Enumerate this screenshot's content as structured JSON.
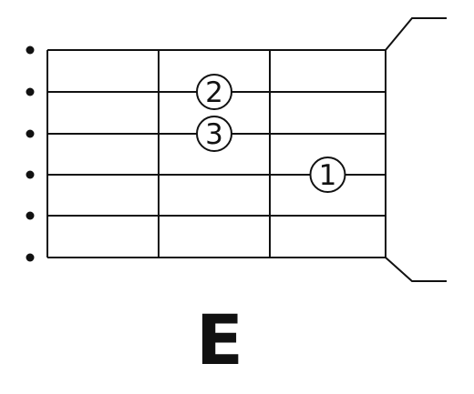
{
  "chord": {
    "name": "E",
    "fingers": [
      {
        "label": "2",
        "fret": 2,
        "string": 1
      },
      {
        "label": "3",
        "fret": 2,
        "string": 2
      },
      {
        "label": "1",
        "fret": 3,
        "string": 3
      }
    ],
    "line_color": "#111111",
    "background": "#ffffff"
  }
}
